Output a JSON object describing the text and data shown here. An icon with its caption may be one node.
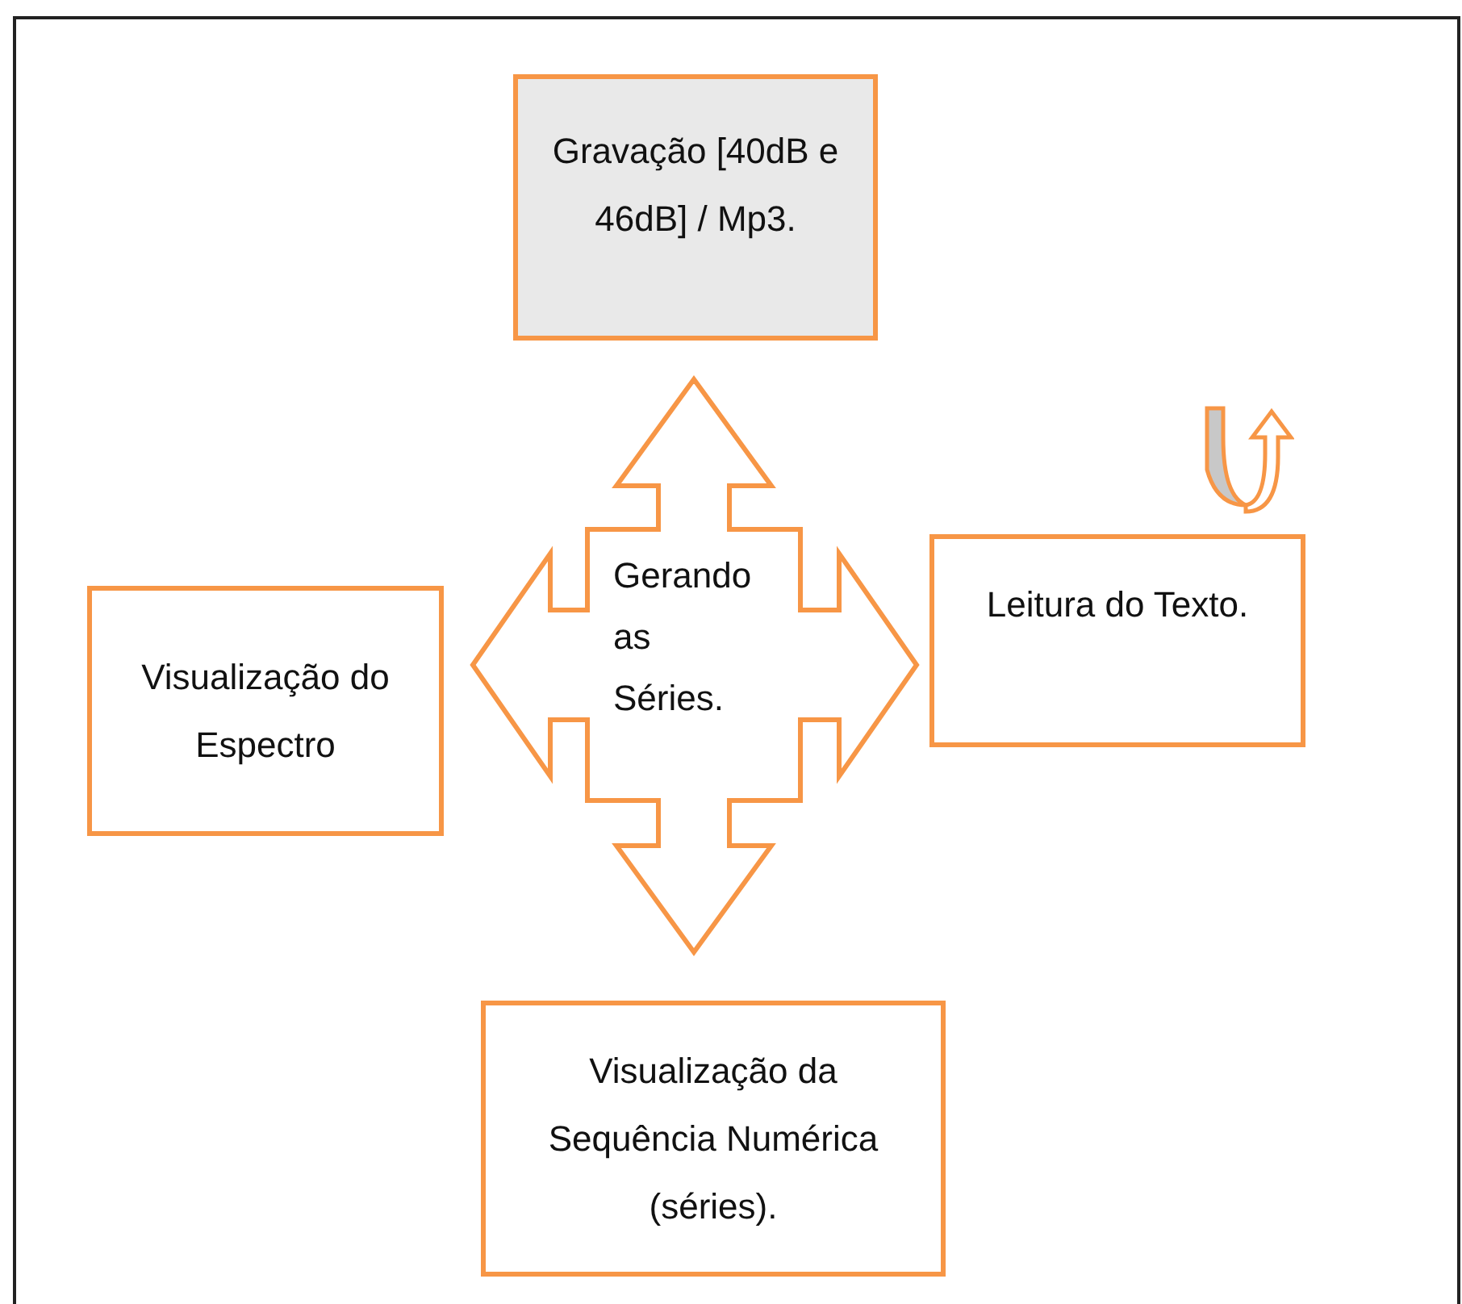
{
  "diagram": {
    "nodes": [
      {
        "text": [
          "Gravação [40dB e 46dB] / Mp3."
        ]
      },
      {
        "text": [
          "Visualização do Espectro"
        ]
      },
      {
        "text": [
          "Leitura do Texto."
        ]
      },
      {
        "text": [
          "Visualização da Sequência Numérica (séries)."
        ]
      }
    ],
    "edges": [
      {
        "from": 1,
        "to": 2,
        "arrow": "both",
        "label": "Gerando as Séries."
      },
      {
        "from": 0,
        "to": 3,
        "arrow": "both"
      }
    ]
  }
}
